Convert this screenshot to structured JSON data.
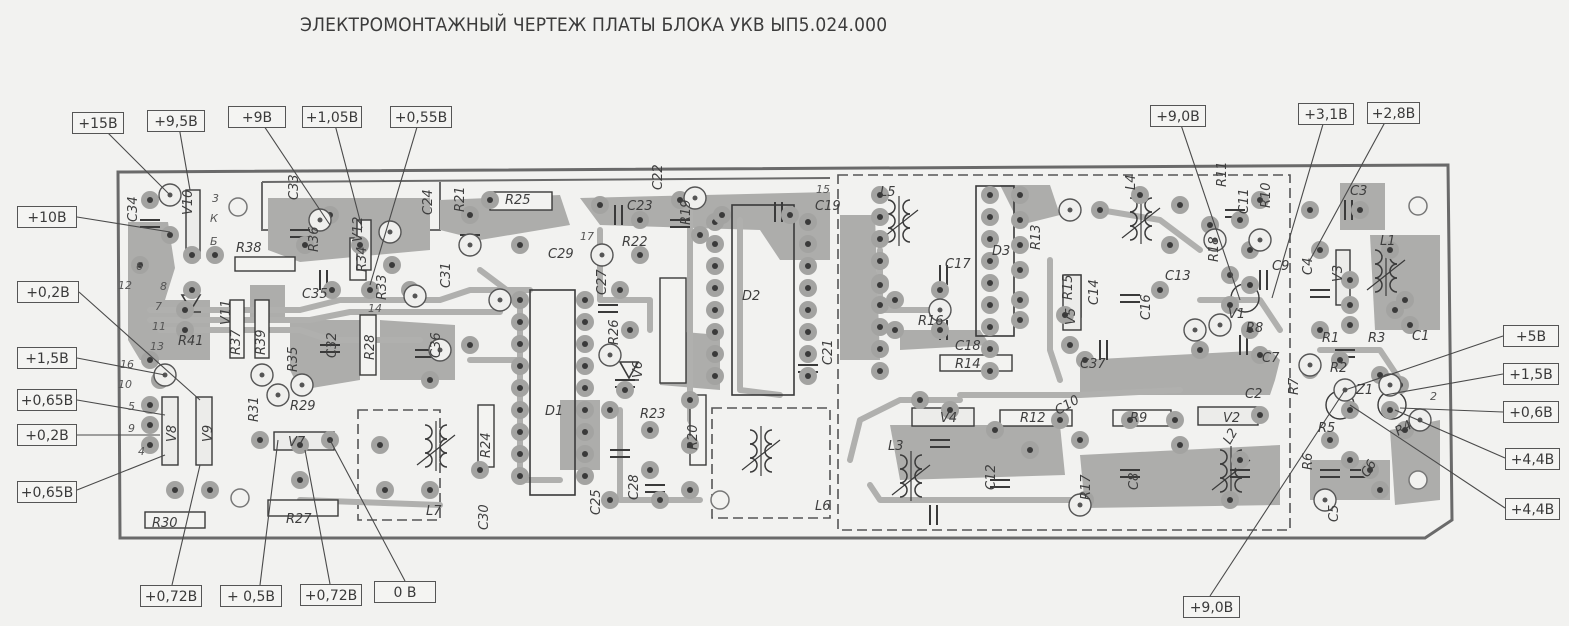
{
  "document": {
    "title": "ЭЛЕКТРОМОНТАЖНЫЙ ЧЕРТЕЖ ПЛАТЫ БЛОКА УКВ ЫП5.024.000"
  },
  "voltage_callouts": {
    "top_left": [
      "+15В",
      "+9,5В",
      "+9В",
      "+1,05В",
      "+0,55В"
    ],
    "left": [
      "+10В",
      "+0,2В",
      "+1,5В",
      "+0,65В",
      "+0,2В",
      "+0,65В"
    ],
    "bottom_left": [
      "+0,72В",
      "+ 0,5В",
      "+0,72В",
      "0 В"
    ],
    "top_right": [
      "+9,0В",
      "+3,1В",
      "+2,8В"
    ],
    "right": [
      "+5В",
      "+1,5В",
      "+0,6В",
      "+4,4В",
      "+4,4В"
    ],
    "bottom_right": [
      "+9,0В"
    ]
  },
  "components": {
    "resistors": [
      "R38",
      "R37",
      "R39",
      "R28",
      "R41",
      "R35",
      "R36",
      "R34",
      "R33",
      "R21",
      "R25",
      "R22",
      "R19",
      "R24",
      "R26",
      "R23",
      "R29",
      "R31",
      "R27",
      "R30",
      "R20",
      "R13",
      "R15",
      "R16",
      "R14",
      "R12",
      "R9",
      "R17",
      "R18",
      "R11",
      "R10",
      "R8",
      "R7",
      "R1",
      "R2",
      "R3",
      "R4",
      "R5",
      "R6"
    ],
    "capacitors": [
      "C34",
      "C33",
      "C35",
      "C32",
      "C36",
      "C24",
      "C31",
      "C23",
      "C22",
      "C29",
      "C27",
      "C19",
      "C21",
      "C30",
      "C25",
      "C28",
      "C17",
      "C18",
      "C14",
      "C13",
      "C16",
      "C37",
      "C11",
      "C9",
      "C7",
      "C12",
      "C10",
      "C8",
      "C2",
      "C3",
      "C4",
      "C1",
      "C5",
      "C6"
    ],
    "inductors": [
      "L5",
      "L4",
      "L3",
      "L2",
      "L1",
      "L6",
      "L7"
    ],
    "ics": [
      "D1",
      "D2",
      "D3"
    ],
    "semiconductors": [
      "V10",
      "V11",
      "V12",
      "V9",
      "V8",
      "V7",
      "V6",
      "V5",
      "V4",
      "V1",
      "V2",
      "V3",
      "Z1"
    ],
    "pin_labels": [
      "3",
      "К",
      "Б",
      "6",
      "12",
      "8",
      "7",
      "11",
      "13",
      "16",
      "10",
      "5",
      "9",
      "4",
      "14",
      "15",
      "17",
      "2"
    ]
  },
  "colors": {
    "paper": "#f2f2f0",
    "copper": "#a9a9a7",
    "ink": "#3a3a3a"
  }
}
